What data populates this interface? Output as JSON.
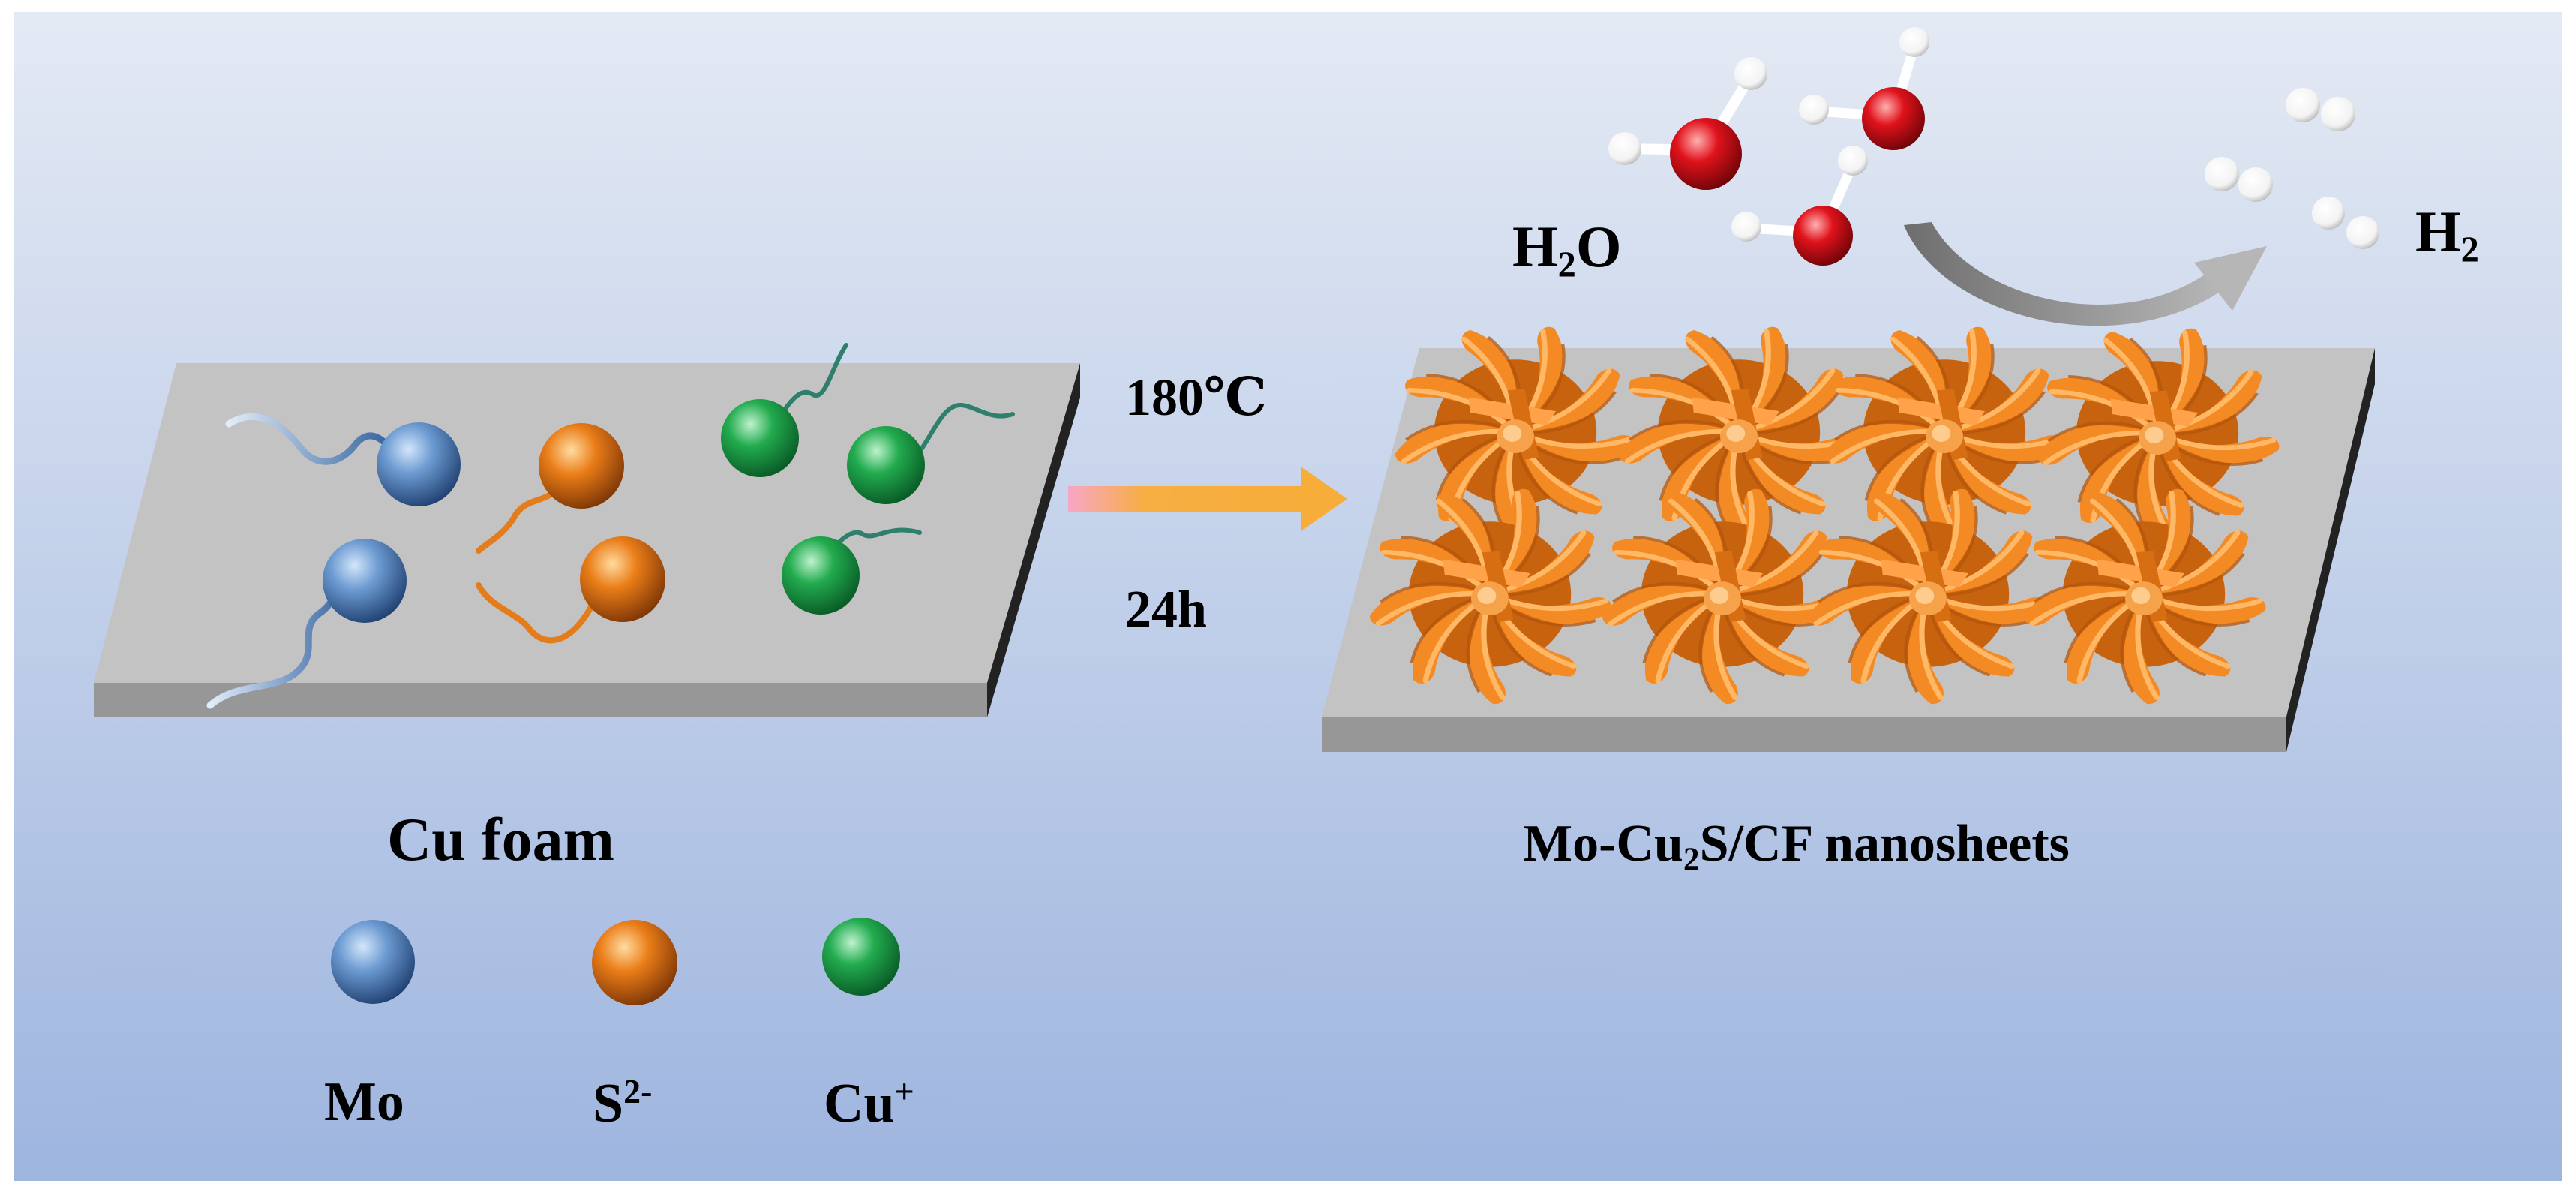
{
  "labels": {
    "h2o": {
      "main": "H",
      "sub": "2",
      "tail": "O"
    },
    "h2": {
      "main": "H",
      "sub": "2"
    },
    "temperature": "180℃",
    "time": "24h",
    "cu_foam": "Cu foam",
    "product": {
      "main": "Mo-Cu",
      "sub": "2",
      "tail": "S/CF nanosheets"
    },
    "legend": {
      "mo": {
        "main": "Mo"
      },
      "s": {
        "main": "S",
        "sup": "2-"
      },
      "cu": {
        "main": "Cu",
        "sup": "+"
      }
    }
  },
  "colors": {
    "background_top": "#e4eaf4",
    "background_bottom": "#9eb5df",
    "plate_top": "#c3c3c3",
    "plate_side": "#979797",
    "mo_sphere": "#5f8fc6",
    "s_sphere": "#e07a14",
    "cu_sphere": "#1fa44a",
    "nanoflower": "#f48a24",
    "oxygen": "#d7141b",
    "hydrogen": "#ffffff",
    "reaction_arrow": "#f7ae43",
    "curved_arrow": "#8b8b8b"
  }
}
